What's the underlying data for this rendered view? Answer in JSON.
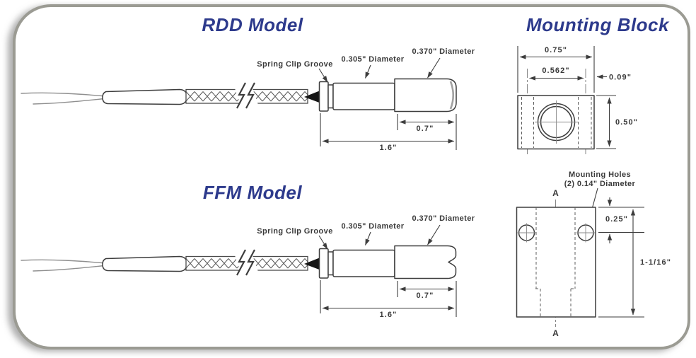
{
  "colors": {
    "title_blue": "#2d3a8c",
    "line": "#3d3d3d",
    "dim_text": "#3a3a3a",
    "wire": "#8f8f8f",
    "border_gray": "#9b9b93"
  },
  "rdd": {
    "title": "RDD Model",
    "labels": {
      "spring_clip": "Spring Clip Groove",
      "dia_small": "0.305\" Diameter",
      "dia_large": "0.370\" Diameter"
    },
    "dims": {
      "tip_length": "0.7\"",
      "total_length": "1.6\""
    }
  },
  "ffm": {
    "title": "FFM Model",
    "labels": {
      "spring_clip": "Spring Clip Groove",
      "dia_small": "0.305\" Diameter",
      "dia_large": "0.370\" Diameter"
    },
    "dims": {
      "tip_length": "0.7\"",
      "total_length": "1.6\""
    }
  },
  "mounting_block": {
    "title": "Mounting Block",
    "top_view": {
      "dims": {
        "width": "0.75\"",
        "slot_width": "0.562\"",
        "edge": "0.09\"",
        "height": "0.50\""
      }
    },
    "front_view": {
      "labels": {
        "holes_line1": "Mounting Holes",
        "holes_line2": "(2) 0.14\" Diameter",
        "section_top": "A",
        "section_bottom": "A"
      },
      "dims": {
        "hole_offset": "0.25\"",
        "height": "1-1/16\""
      }
    }
  }
}
